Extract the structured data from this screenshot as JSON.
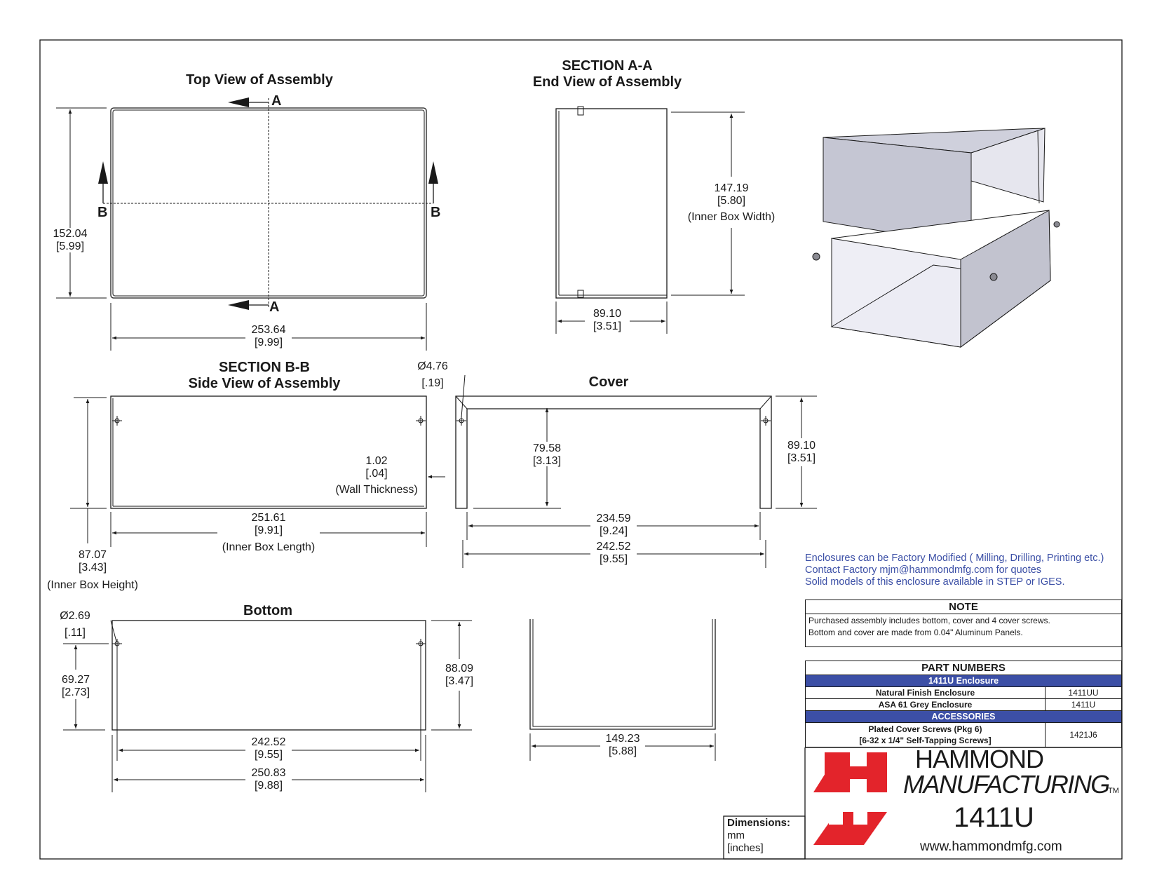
{
  "titles": {
    "top_view": "Top View of Assembly",
    "section_aa_1": "SECTION A-A",
    "section_aa_2": "End View of Assembly",
    "section_bb_1": "SECTION B-B",
    "section_bb_2": "Side View of Assembly",
    "cover": "Cover",
    "bottom": "Bottom"
  },
  "section_letters": {
    "a": "A",
    "b": "B"
  },
  "dimensions": {
    "top_height_mm": "152.04",
    "top_height_in": "[5.99]",
    "top_length_mm": "253.64",
    "top_length_in": "[9.99]",
    "end_width_mm": "147.19",
    "end_width_in": "[5.80]",
    "end_width_label": "(Inner Box Width)",
    "end_depth_mm": "89.10",
    "end_depth_in": "[3.51]",
    "hole_dia_mm": "Ø4.76",
    "hole_dia_in": "[.19]",
    "wall_mm": "1.02",
    "wall_in": "[.04]",
    "wall_label": "(Wall Thickness)",
    "inner_len_mm": "251.61",
    "inner_len_in": "[9.91]",
    "inner_len_label": "(Inner Box Length)",
    "inner_h_mm": "87.07",
    "inner_h_in": "[3.43]",
    "inner_h_label": "(Inner Box Height)",
    "cover_hole_mm": "79.58",
    "cover_hole_in": "[3.13]",
    "cover_h_mm": "89.10",
    "cover_h_in": "[3.51]",
    "cover_inner_mm": "234.59",
    "cover_inner_in": "[9.24]",
    "cover_outer_mm": "242.52",
    "cover_outer_in": "[9.55]",
    "bottom_hole_dia_mm": "Ø2.69",
    "bottom_hole_dia_in": "[.11]",
    "bottom_hole_h_mm": "69.27",
    "bottom_hole_h_in": "[2.73]",
    "bottom_h_mm": "88.09",
    "bottom_h_in": "[3.47]",
    "bottom_hole_sp_mm": "242.52",
    "bottom_hole_sp_in": "[9.55]",
    "bottom_len_mm": "250.83",
    "bottom_len_in": "[9.88]",
    "bottom_w_mm": "149.23",
    "bottom_w_in": "[5.88]"
  },
  "info": {
    "line1": "Enclosures can be Factory Modified ( Milling, Drilling, Printing etc.)",
    "line2": "Contact Factory       mjm@hammondmfg.com for quotes",
    "line3": "Solid models of this enclosure available in STEP or IGES."
  },
  "note": {
    "title": "NOTE",
    "line1": "Purchased assembly includes bottom, cover and 4 cover screws.",
    "line2": "Bottom and cover are made from 0.04\" Aluminum Panels."
  },
  "parts": {
    "title": "PART NUMBERS",
    "group1": "1411U Enclosure",
    "row1_desc": "Natural Finish Enclosure",
    "row1_pn": "1411UU",
    "row2_desc": "ASA 61 Grey Enclosure",
    "row2_pn": "1411U",
    "group2": "ACCESSORIES",
    "row3_desc1": "Plated Cover Screws (Pkg 6)",
    "row3_desc2": "[6-32 x 1/4\" Self-Tapping Screws]",
    "row3_pn": "1421J6"
  },
  "units": {
    "title": "Dimensions:",
    "mm": "mm",
    "in": "[inches]"
  },
  "brand": {
    "name1": "HAMMOND",
    "name2": "MANUFACTURING",
    "tm": "TM",
    "model": "1411U",
    "url": "www.hammondmfg.com",
    "logo_color": "#e3242b"
  },
  "colors": {
    "accent_blue": "#3c4fa6",
    "text_blue": "#3b4fa6"
  }
}
